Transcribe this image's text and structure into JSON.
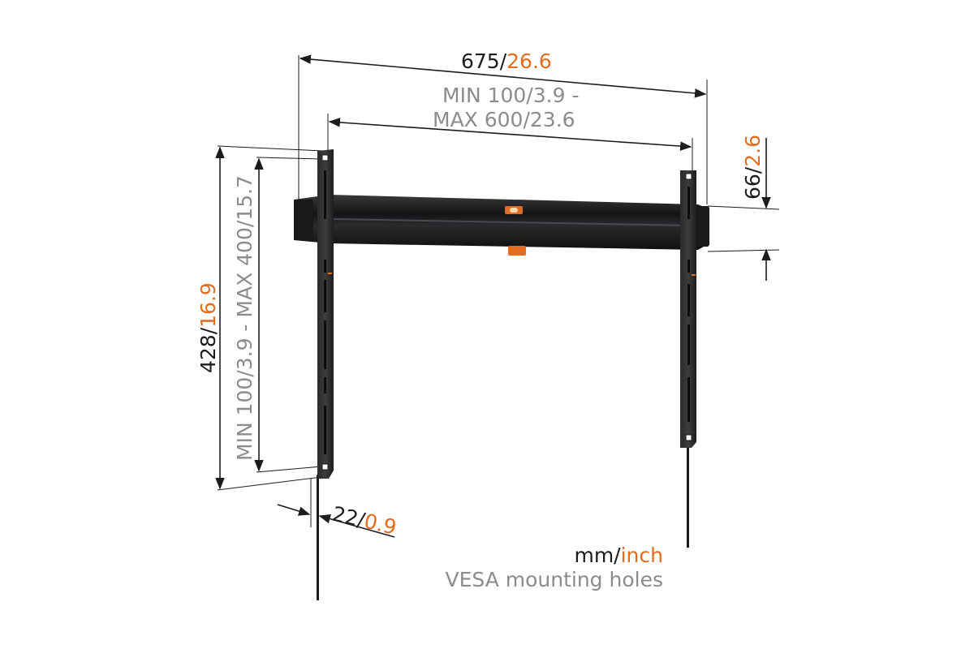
{
  "dimensions": {
    "overall_width": {
      "mm": "675",
      "inch": "26.6"
    },
    "vesa_horizontal": {
      "line1_prefix": "MIN 100/",
      "line1_value": "3.9 -",
      "line2_prefix": "MAX 600/",
      "line2_value": "23.6"
    },
    "overall_height": {
      "mm": "428",
      "inch": "16.9"
    },
    "vesa_vertical": {
      "text": "MIN 100/3.9 - MAX 400/15.7"
    },
    "bar_height": {
      "mm": "66",
      "inch": "2.6"
    },
    "wall_distance": {
      "mm": "22",
      "inch": "0.9"
    }
  },
  "legend": {
    "units_mm": "mm/",
    "units_inch": "inch",
    "note": "VESA mounting holes"
  },
  "colors": {
    "mm_text": "#1c1c1c",
    "inch_text": "#e36c1e",
    "vesa_text": "#8c8c8c",
    "bracket": "#2a2a2c",
    "level_accent": "#e36c1e"
  }
}
